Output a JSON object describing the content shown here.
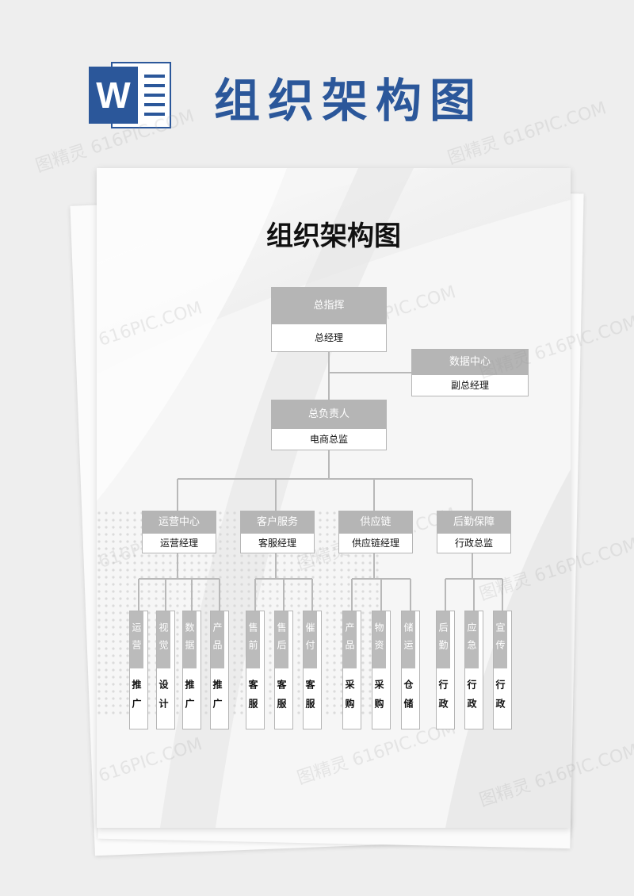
{
  "banner": {
    "logo_letter": "W",
    "title": "组织架构图"
  },
  "document": {
    "title": "组织架构图"
  },
  "org": {
    "root": {
      "title": "总指挥",
      "subtitle": "总经理"
    },
    "side": {
      "title": "数据中心",
      "subtitle": "副总经理"
    },
    "mid": {
      "title": "总负责人",
      "subtitle": "电商总监"
    },
    "departments": [
      {
        "title": "运营中心",
        "subtitle": "运营经理",
        "teams": [
          {
            "name": "运营",
            "role": "推广"
          },
          {
            "name": "视觉",
            "role": "设计"
          },
          {
            "name": "数据",
            "role": "推广"
          },
          {
            "name": "产品",
            "role": "推广"
          }
        ]
      },
      {
        "title": "客户服务",
        "subtitle": "客服经理",
        "teams": [
          {
            "name": "售前",
            "role": "客服"
          },
          {
            "name": "售后",
            "role": "客服"
          },
          {
            "name": "催付",
            "role": "客服"
          }
        ]
      },
      {
        "title": "供应链",
        "subtitle": "供应链经理",
        "teams": [
          {
            "name": "产品",
            "role": "采购"
          },
          {
            "name": "物资",
            "role": "采购"
          },
          {
            "name": "储运",
            "role": "仓储"
          }
        ]
      },
      {
        "title": "后勤保障",
        "subtitle": "行政总监",
        "teams": [
          {
            "name": "后勤",
            "role": "行政"
          },
          {
            "name": "应急",
            "role": "行政"
          },
          {
            "name": "宣传",
            "role": "行政"
          }
        ]
      }
    ]
  },
  "watermark": "图精灵 616PIC.COM",
  "colors": {
    "brand": "#2b579a",
    "node_head": "#b5b5b5",
    "line": "#b8b8b8"
  }
}
